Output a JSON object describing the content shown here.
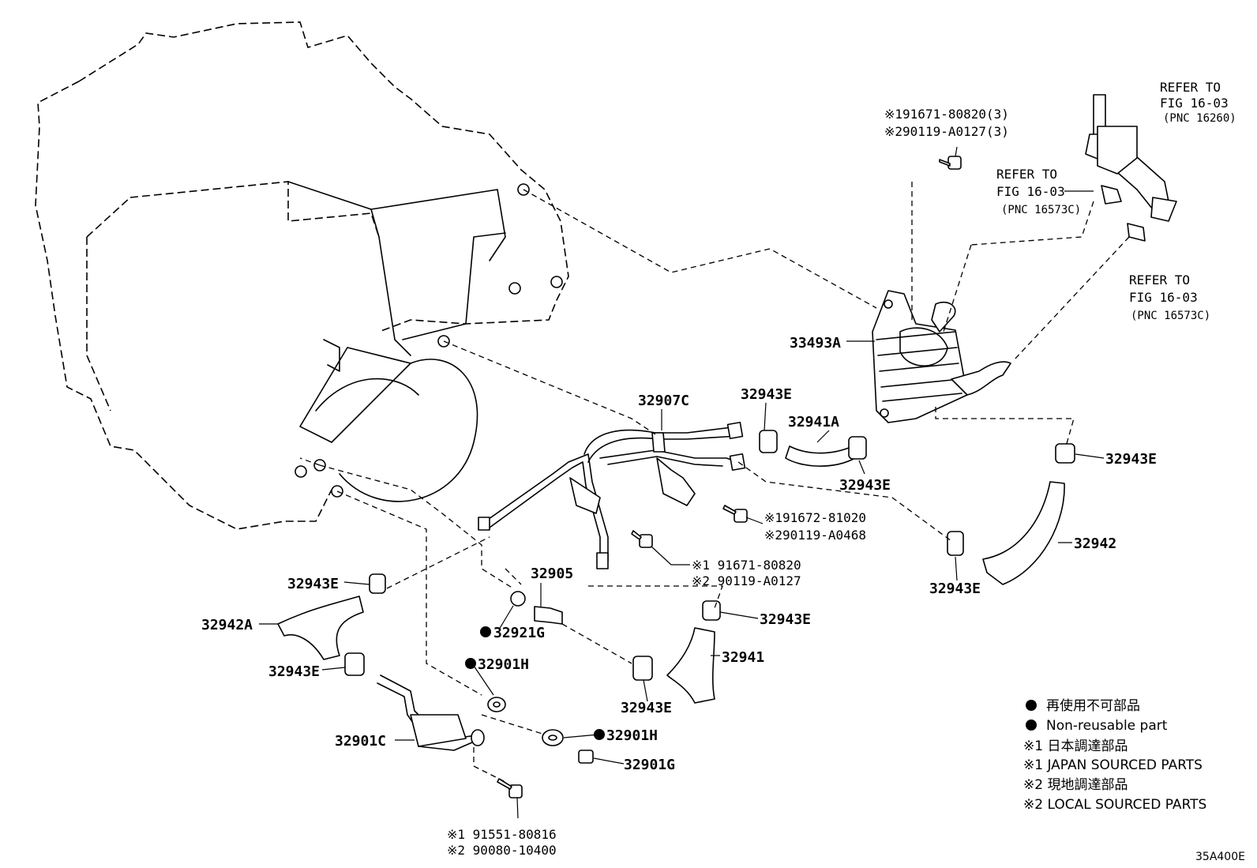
{
  "labels": {
    "p33493A": "33493A",
    "p32907C": "32907C",
    "p32943E_a": "32943E",
    "p32941A": "32941A",
    "p32943E_b": "32943E",
    "p32943E_c": "32943E",
    "p32942": "32942",
    "p32943E_d": "32943E",
    "p32943E_e": "32943E",
    "p32942A": "32942A",
    "p32943E_f": "32943E",
    "p32905": "32905",
    "p32921G": "32921G",
    "p32901H_a": "32901H",
    "p32901H_b": "32901H",
    "p32901G": "32901G",
    "p32901C": "32901C",
    "p32943E_g": "32943E",
    "p32941": "32941",
    "p32943E_h": "32943E"
  },
  "bolts": {
    "top_l1": "※191671-80820(3)",
    "top_l2": "※290119-A0127(3)",
    "mid_l1": "※191672-81020",
    "mid_l2": "※290119-A0468",
    "low_l1": "※1 91671-80820",
    "low_l2": "※2 90119-A0127",
    "bot_l1": "※1 91551-80816",
    "bot_l2": "※2 90080-10400"
  },
  "refs": [
    {
      "l1": "REFER TO",
      "l2": "FIG 16-03",
      "l3": "(PNC 16260)"
    },
    {
      "l1": "REFER TO",
      "l2": "FIG 16-03",
      "l3": "(PNC 16573C)"
    },
    {
      "l1": "REFER TO",
      "l2": "FIG 16-03",
      "l3": "(PNC 16573C)"
    }
  ],
  "legend": {
    "item1": "再使用不可部品",
    "item2": "Non-reusable part",
    "item3": "※1 日本調達部品",
    "item4": "※1 JAPAN SOURCED PARTS",
    "item5": "※2 現地調達部品",
    "item6": "※2 LOCAL SOURCED PARTS"
  },
  "figure_code": "35A400E"
}
